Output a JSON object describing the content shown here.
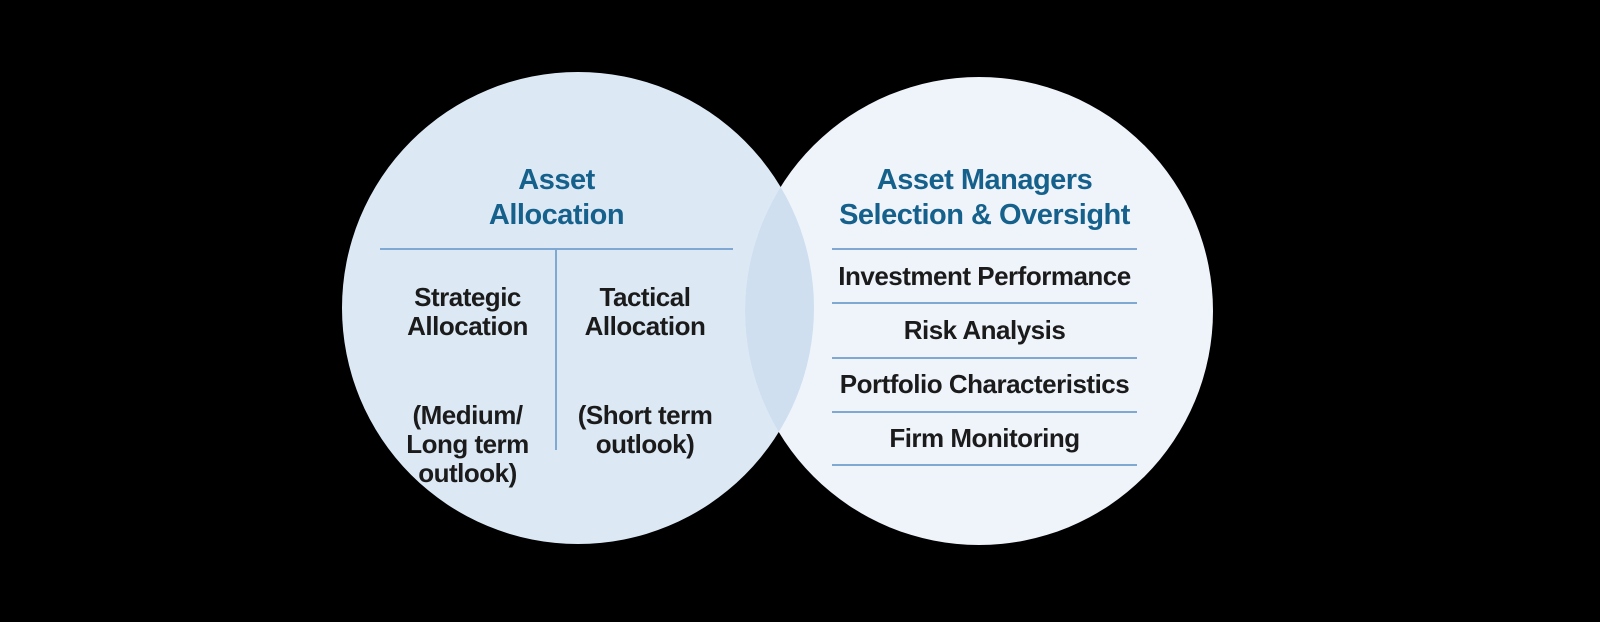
{
  "diagram": {
    "type": "venn-two-circles",
    "left_circle": {
      "title_lines": [
        "Asset",
        "Allocation"
      ],
      "columns": [
        {
          "heading": "Strategic\nAllocation",
          "detail": "(Medium/\nLong term\noutlook)"
        },
        {
          "heading": "Tactical\nAllocation",
          "detail": "(Short term\noutlook)"
        }
      ]
    },
    "right_circle": {
      "title_lines": [
        "Asset Managers",
        "Selection & Oversight"
      ],
      "items": [
        "Investment Performance",
        "Risk Analysis",
        "Portfolio Characteristics",
        "Firm Monitoring"
      ]
    }
  },
  "colors": {
    "background": "#000000",
    "left_circle_fill": "#dce9f5",
    "right_circle_fill": "#eff4fb",
    "overlap_fill": "#cfdff0",
    "rule": "#7fa8d3",
    "title": "#16618c",
    "body_text": "#1b1b1b"
  }
}
